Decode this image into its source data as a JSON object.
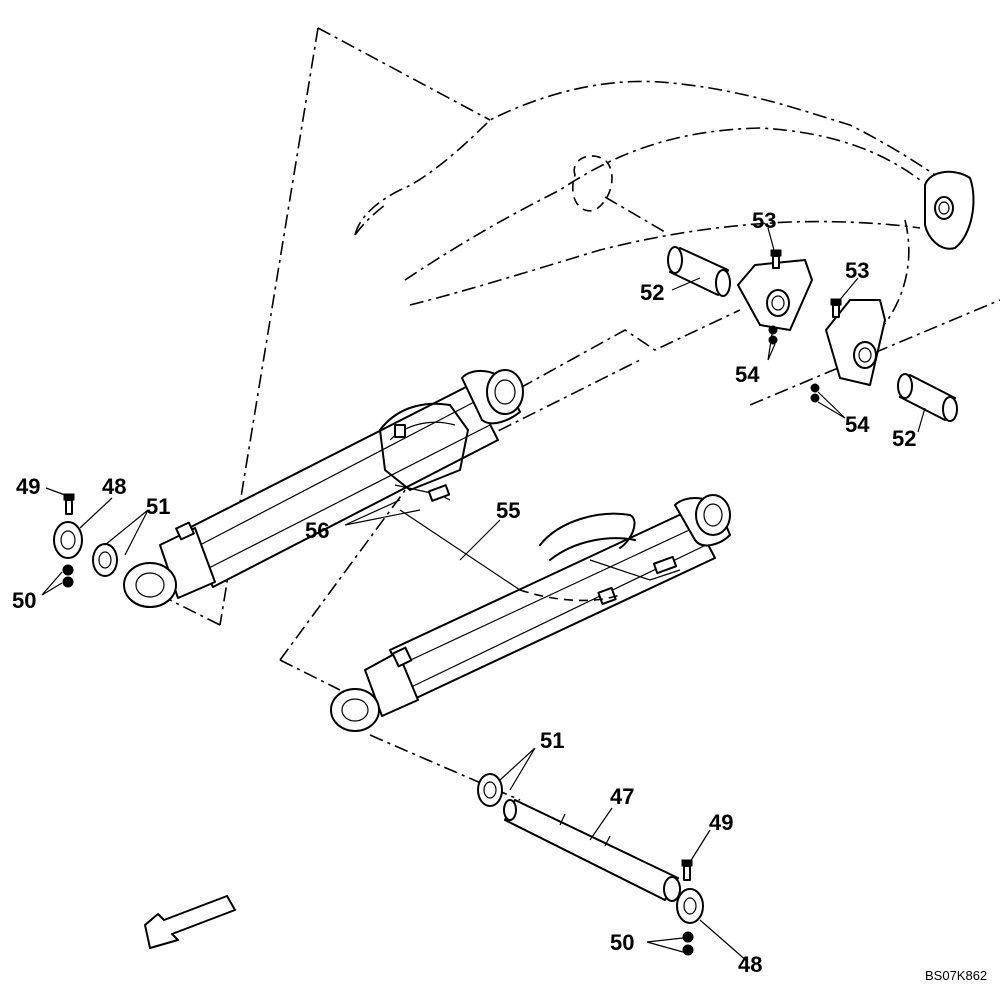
{
  "drawing_code": "BS07K862",
  "callouts": {
    "c47": "47",
    "c48a": "48",
    "c48b": "48",
    "c49a": "49",
    "c49b": "49",
    "c50a": "50",
    "c50b": "50",
    "c51a": "51",
    "c51b": "51",
    "c52a": "52",
    "c52b": "52",
    "c53a": "53",
    "c53b": "53",
    "c54a": "54",
    "c54b": "54",
    "c55": "55",
    "c56": "56"
  },
  "colors": {
    "ink": "#000000",
    "paper": "#ffffff"
  },
  "icons": {
    "direction_arrow": "direction-arrow-icon"
  }
}
